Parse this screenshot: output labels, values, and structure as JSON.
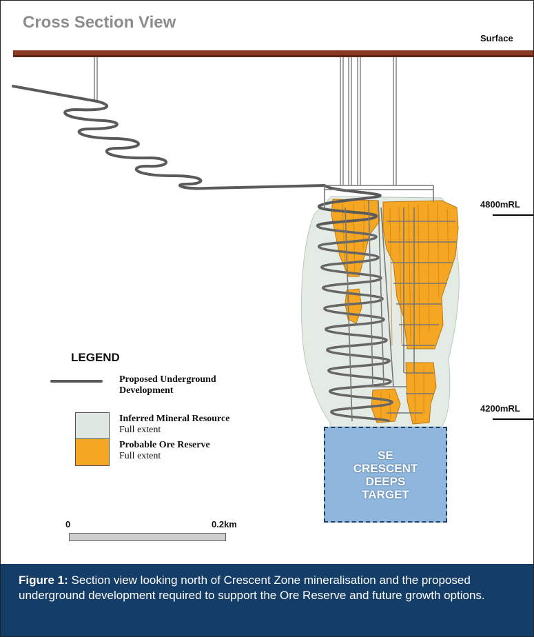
{
  "title": "Cross Section View",
  "levels": {
    "surface": "Surface",
    "upper": "4800mRL",
    "lower": "4200mRL"
  },
  "legend": {
    "heading": "LEGEND",
    "items": [
      {
        "label": "Proposed Underground Development",
        "line1": "Proposed Underground",
        "line2": "Development",
        "sub": ""
      },
      {
        "label": "Inferred Mineral Resource",
        "sub": "Full extent",
        "color": "#dfe8e0"
      },
      {
        "label": "Probable Ore Reserve",
        "sub": "Full extent",
        "color": "#f5a623"
      }
    ]
  },
  "scale": {
    "start": "0",
    "end": "0.2km"
  },
  "target": {
    "text": "SE\nCRESCENT\nDEEPS\nTARGET"
  },
  "caption": {
    "label": "Figure 1:",
    "text": " Section view looking north of Crescent Zone mineralisation and the proposed underground development required to support the Ore Reserve and future growth options."
  },
  "colors": {
    "surface": "#8b3a22",
    "ore": "#f5a623",
    "resource": "#dfe8e0",
    "development": "#5a5a5a",
    "target": "#8fb6dc",
    "caption_bg": "#143d68"
  }
}
